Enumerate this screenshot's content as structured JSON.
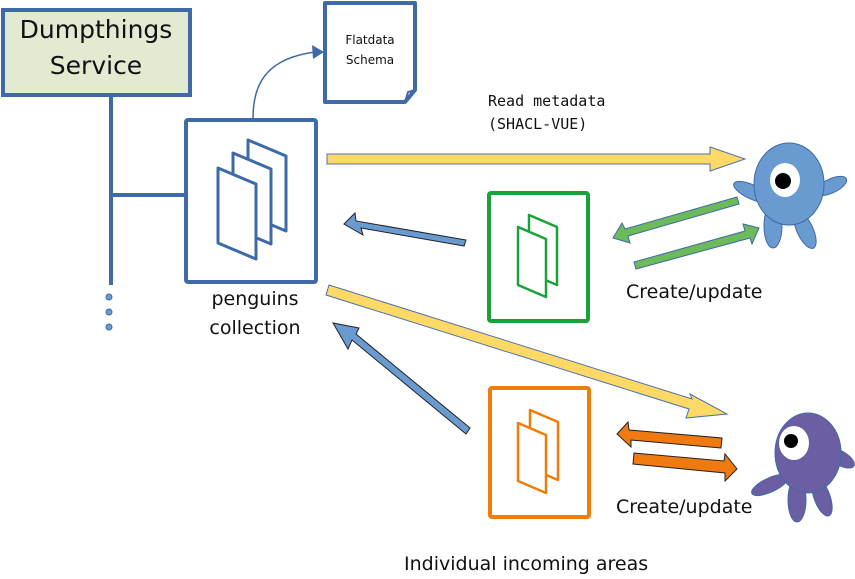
{
  "service": {
    "title_line1": "Dumpthings",
    "title_line2": "Service"
  },
  "schema_doc": {
    "line1": "Flatdata",
    "line2": "Schema"
  },
  "collection": {
    "line1": "penguins",
    "line2": "collection"
  },
  "read_arrow": {
    "line1": "Read metadata",
    "line2": "(SHACL-VUE)"
  },
  "incoming_green": {
    "label": "Create/update"
  },
  "incoming_orange": {
    "label": "Create/update"
  },
  "footer": {
    "label": "Individual incoming areas"
  },
  "colors": {
    "service_fill": "#e2ebd2",
    "blue": "#3e6aa7",
    "arrow_blue": "#6a9bd0",
    "yellow": "#ffd966",
    "green": "#1aa13a",
    "green_arrow": "#6cba5a",
    "orange": "#ef7d0a",
    "orange_arrow": "#f07a10",
    "creature_blue": "#6a9bd0",
    "creature_purple": "#6b5ea2"
  }
}
